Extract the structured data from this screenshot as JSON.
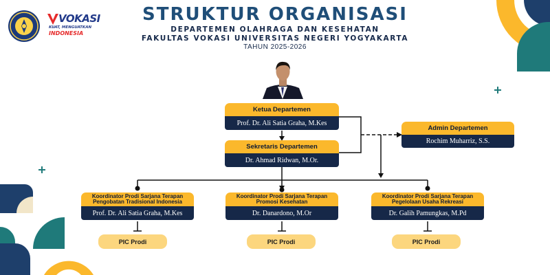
{
  "header": {
    "title": "STRUKTUR ORGANISASI",
    "subtitle1": "DEPARTEMEN OLAHRAGA DAN KESEHATAN",
    "subtitle2": "FAKULTAS VOKASI UNIVERSITAS NEGERI YOGYAKARTA",
    "year": "TAHUN 2025-2026"
  },
  "logos": {
    "vokasi_word": "VOKASI",
    "vokasi_tagline": "KUAT, MENGUATKAN",
    "vokasi_country": "INDONESIA"
  },
  "ketua": {
    "role": "Ketua Departemen",
    "name": "Prof. Dr. Ali Satia Graha, M.Kes"
  },
  "sekretaris": {
    "role": "Sekretaris Departemen",
    "name": "Dr. Ahmad Ridwan, M.Or."
  },
  "admin": {
    "role": "Admin Departemen",
    "name": "Rochim Muharriz, S.S."
  },
  "koordinator": [
    {
      "role_line1": "Koordinator Prodi Sarjana Terapan",
      "role_line2": "Pengobatan Tradisional Indonesia",
      "name": "Prof. Dr. Ali Satia Graha, M.Kes",
      "pic": "PIC Prodi"
    },
    {
      "role_line1": "Koordinator Prodi Sarjana Terapan",
      "role_line2": "Promosi Kesehatan",
      "name": "Dr. Danardono, M.Or",
      "pic": "PIC Prodi"
    },
    {
      "role_line1": "Koordinator Prodi Sarjana Terapan",
      "role_line2": "Pegelolaan Usaha Rekreasi",
      "name": "Dr. Galih Pamungkas, M.Pd",
      "pic": "PIC Prodi"
    }
  ],
  "colors": {
    "navy": "#162848",
    "gold": "#fbb82c",
    "light_gold": "#fcd67e",
    "teal": "#1f7a7a",
    "title_blue": "#1f4e78"
  }
}
